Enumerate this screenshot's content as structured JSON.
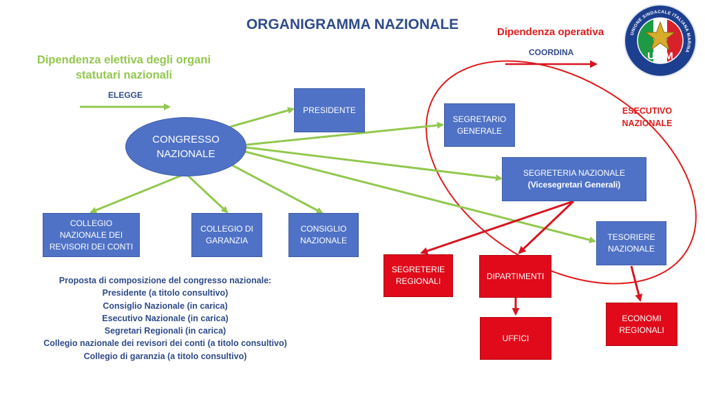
{
  "title": "ORGANIGRAMMA NAZIONALE",
  "legend": {
    "elective": {
      "text_line1": "Dipendenza elettiva degli organi",
      "text_line2": "statutari nazionali",
      "verb": "ELEGGE",
      "color": "#92c84e"
    },
    "operative": {
      "text": "Dipendenza operativa",
      "verb": "COORDINA",
      "color": "#e01b1b"
    }
  },
  "logo": {
    "ring_text": "UNIONE SINDACALE ITALIANA MARINA",
    "acronym": "USIM"
  },
  "executive_group": {
    "label_line1": "ESECUTIVO",
    "label_line2": "NAZIONALE"
  },
  "nodes": {
    "congresso": {
      "line1": "CONGRESSO",
      "line2": "NAZIONALE"
    },
    "presidente": {
      "line1": "PRESIDENTE"
    },
    "segretario": {
      "line1": "SEGRETARIO",
      "line2": "GENERALE"
    },
    "segreteria": {
      "line1": "SEGRETERIA NAZIONALE",
      "line2": "(Vicesegretari Generali)"
    },
    "tesoriere": {
      "line1": "TESORIERE",
      "line2": "NAZIONALE"
    },
    "revisori": {
      "line1": "COLLEGIO",
      "line2": "NAZIONALE DEI",
      "line3": "REVISORI DEI CONTI"
    },
    "garanzia": {
      "line1": "COLLEGIO DI",
      "line2": "GARANZIA"
    },
    "consiglio": {
      "line1": "CONSIGLIO",
      "line2": "NAZIONALE"
    },
    "segreterie_regionali": {
      "line1": "SEGRETERIE",
      "line2": "REGIONALI"
    },
    "dipartimenti": {
      "line1": "DIPARTIMENTI"
    },
    "uffici": {
      "line1": "UFFICI"
    },
    "economi": {
      "line1": "ECONOMI",
      "line2": "REGIONALI"
    }
  },
  "notes": [
    "Proposta di composizione del congresso nazionale:",
    "Presidente (a titolo consultivo)",
    "Consiglio Nazionale (in carica)",
    "Esecutivo Nazionale (in carica)",
    "Segretari Regionali (in carica)",
    "Collegio nazionale dei revisori dei conti (a titolo consultivo)",
    "Collegio di garanzia (a titolo consultivo)"
  ],
  "colors": {
    "blue_box": "#4f72c6",
    "red_box": "#e00a1a",
    "green_arrow": "#92c84e",
    "red_arrow": "#d81420",
    "title_navy": "#2f4b8a"
  }
}
